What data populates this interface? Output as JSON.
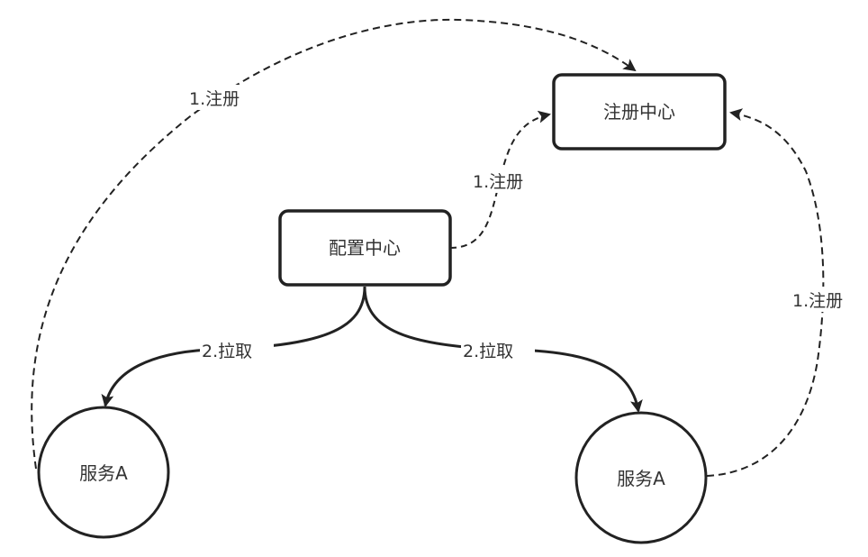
{
  "diagram": {
    "nodes": {
      "registry": {
        "label": "注册中心",
        "shape": "rounded-rectangle"
      },
      "config": {
        "label": "配置中心",
        "shape": "rounded-rectangle"
      },
      "service_left": {
        "label": "服务A",
        "shape": "circle"
      },
      "service_right": {
        "label": "服务A",
        "shape": "circle"
      }
    },
    "edges": [
      {
        "from": "service_left",
        "to": "registry",
        "label": "1.注册",
        "style": "dashed"
      },
      {
        "from": "config",
        "to": "registry",
        "label": "1.注册",
        "style": "dashed"
      },
      {
        "from": "service_right",
        "to": "registry",
        "label": "1.注册",
        "style": "dashed"
      },
      {
        "from": "config",
        "to": "service_left",
        "label": "2.拉取",
        "style": "solid"
      },
      {
        "from": "config",
        "to": "service_right",
        "label": "2.拉取",
        "style": "solid"
      }
    ],
    "colors": {
      "stroke": "#222222",
      "text": "#333333",
      "background": "#ffffff"
    }
  }
}
